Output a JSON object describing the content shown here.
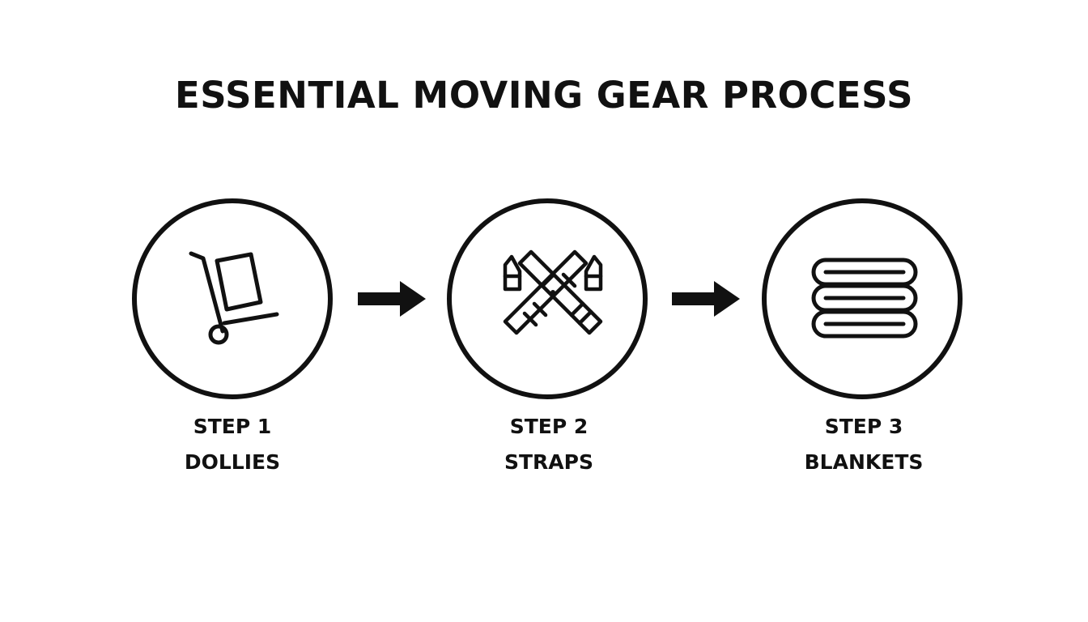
{
  "title": "ESSENTIAL MOVING GEAR PROCESS",
  "colors": {
    "background": "#ffffff",
    "ink": "#111111"
  },
  "steps": [
    {
      "step_label": "STEP 1",
      "name": "DOLLIES",
      "icon": "hand-truck-icon"
    },
    {
      "step_label": "STEP 2",
      "name": "STRAPS",
      "icon": "crossed-straps-icon"
    },
    {
      "step_label": "STEP 3",
      "name": "BLANKETS",
      "icon": "stacked-blankets-icon"
    }
  ],
  "connectors": [
    {
      "from": "STEP 1",
      "to": "STEP 2",
      "icon": "arrow-right-icon"
    },
    {
      "from": "STEP 2",
      "to": "STEP 3",
      "icon": "arrow-right-icon"
    }
  ]
}
